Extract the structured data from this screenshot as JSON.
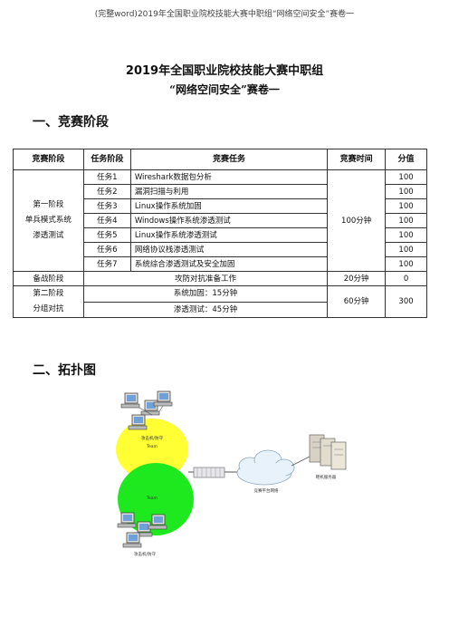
{
  "header": "(完整word)2019年全国职业院校技能大赛中职组“网络空间安全”赛卷一",
  "title": "2019年全国职业院校技能大赛中职组",
  "subtitle": "“网络空间安全”赛卷一",
  "section1": "一、竞赛阶段",
  "section2": "二、拓扑图",
  "table": {
    "headers": [
      "竞赛阶段",
      "任务阶段",
      "竞赛任务",
      "竞赛时间",
      "分值"
    ],
    "stage1_lines": [
      "第一阶段",
      "单兵模式系统",
      "渗透测试"
    ],
    "stage1_time": "100分钟",
    "tasks": [
      {
        "id": "任务1",
        "name": "Wireshark数据包分析",
        "score": "100"
      },
      {
        "id": "任务2",
        "name": "漏洞扫描与利用",
        "score": "100"
      },
      {
        "id": "任务3",
        "name": "Linux操作系统加固",
        "score": "100"
      },
      {
        "id": "任务4",
        "name": "Windows操作系统渗透测试",
        "score": "100"
      },
      {
        "id": "任务5",
        "name": "Linux操作系统渗透测试",
        "score": "100"
      },
      {
        "id": "任务6",
        "name": "网络协议栈渗透测试",
        "score": "100"
      },
      {
        "id": "任务7",
        "name": "系统综合渗透测试及安全加固",
        "score": "100"
      }
    ],
    "prep": {
      "stage": "备战阶段",
      "task": "攻防对抗准备工作",
      "time": "20分钟",
      "score": "0"
    },
    "stage2_lines": [
      "第二阶段",
      "分组对抗"
    ],
    "stage2_rows": [
      "系统加固：15分钟",
      "渗透测试：45分钟"
    ],
    "stage2_time": "60分钟",
    "stage2_score": "300"
  },
  "topology": {
    "team_top_label": "攻击机/防守",
    "team_top": "Team",
    "team_bottom": "Team",
    "team_bottom_label": "攻击机/防守",
    "cloud_label": "竞赛平台网络",
    "server_label": "靶机服务器",
    "colors": {
      "yellow": "#ffff33",
      "green": "#1ee81e",
      "cloud": "#e8f2fa"
    }
  }
}
